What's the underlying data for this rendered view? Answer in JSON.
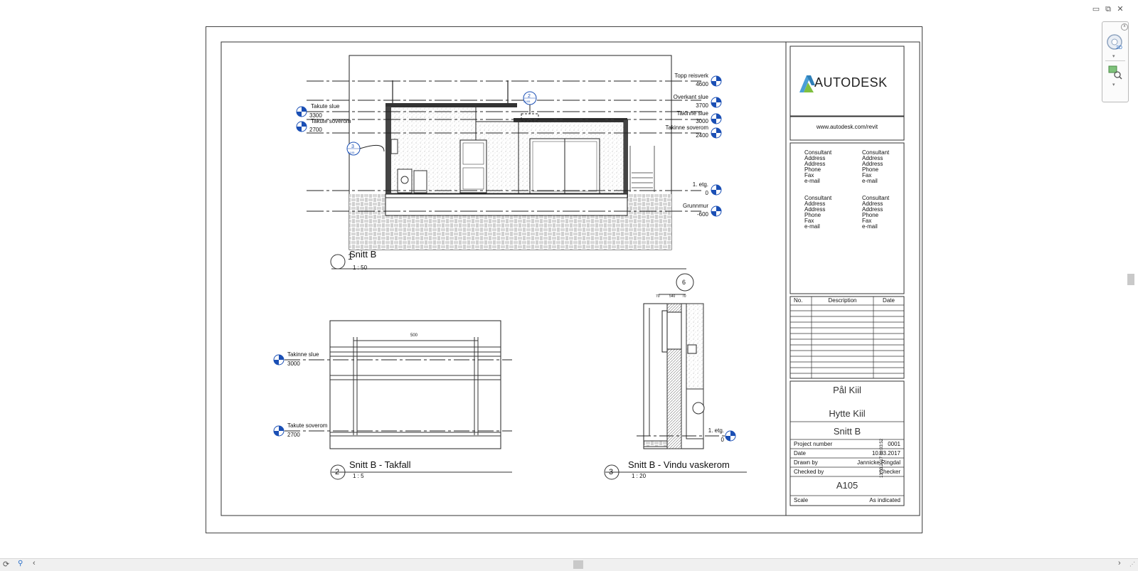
{
  "window": {
    "minimize": "▭",
    "restore": "⧉",
    "close": "✕"
  },
  "nav_bar": {
    "wheel": "2D"
  },
  "title_block": {
    "company": "AUTODESK",
    "url": "www.autodesk.com/revit",
    "consultants": [
      [
        "Consultant",
        "Address",
        "Address",
        "Phone",
        "Fax",
        "e-mail"
      ],
      [
        "Consultant",
        "Address",
        "Address",
        "Phone",
        "Fax",
        "e-mail"
      ],
      [
        "Consultant",
        "Address",
        "Address",
        "Phone",
        "Fax",
        "e-mail"
      ],
      [
        "Consultant",
        "Address",
        "Address",
        "Phone",
        "Fax",
        "e-mail"
      ]
    ],
    "revision_headers": [
      "No.",
      "Description",
      "Date"
    ],
    "owner": "Pål Kiil",
    "project": "Hytte Kiil",
    "sheet_name": "Snitt B",
    "fields": [
      {
        "label": "Project number",
        "value": "0001"
      },
      {
        "label": "Date",
        "value": "10.03.2017"
      },
      {
        "label": "Drawn by",
        "value": "Jannicke Ringdal"
      },
      {
        "label": "Checked by",
        "value": "Checker"
      }
    ],
    "sheet_number": "A105",
    "scale_label": "Scale",
    "scale_value": "As indicated",
    "timestamp": "13.03.2017 00:03:52"
  },
  "views": [
    {
      "number": "1",
      "title": "Snitt B",
      "scale": "1 : 50"
    },
    {
      "number": "2",
      "title": "Snitt B - Takfall",
      "scale": "1 : 5"
    },
    {
      "number": "3",
      "title": "Snitt B - Vindu vaskerom",
      "scale": "1 : 20"
    }
  ],
  "levels_right": [
    {
      "name": "Topp reisverk",
      "value": "4600"
    },
    {
      "name": "Overkant slue",
      "value": "3700"
    },
    {
      "name": "Takinne slue",
      "value": "3000"
    },
    {
      "name": "Takinne soverom",
      "value": "2400"
    },
    {
      "name": "1. etg.",
      "value": "0"
    },
    {
      "name": "Grunnmur",
      "value": "-600"
    }
  ],
  "levels_left": [
    {
      "name": "Takute slue",
      "value": "3300"
    },
    {
      "name": "Takute soverom",
      "value": "2700"
    }
  ],
  "view2_levels": [
    {
      "name": "Takinne slue",
      "value": "3000"
    },
    {
      "name": "Takute soverom",
      "value": "2700"
    }
  ],
  "view2_dimension": "500",
  "view3_level": {
    "name": "1. etg.",
    "value": "0"
  },
  "view3_detail": "6",
  "view3_dims": [
    "70",
    "540",
    "70"
  ],
  "callouts": [
    {
      "number": "2",
      "sheet": "A105"
    },
    {
      "number": "3",
      "sheet": "A105"
    }
  ]
}
